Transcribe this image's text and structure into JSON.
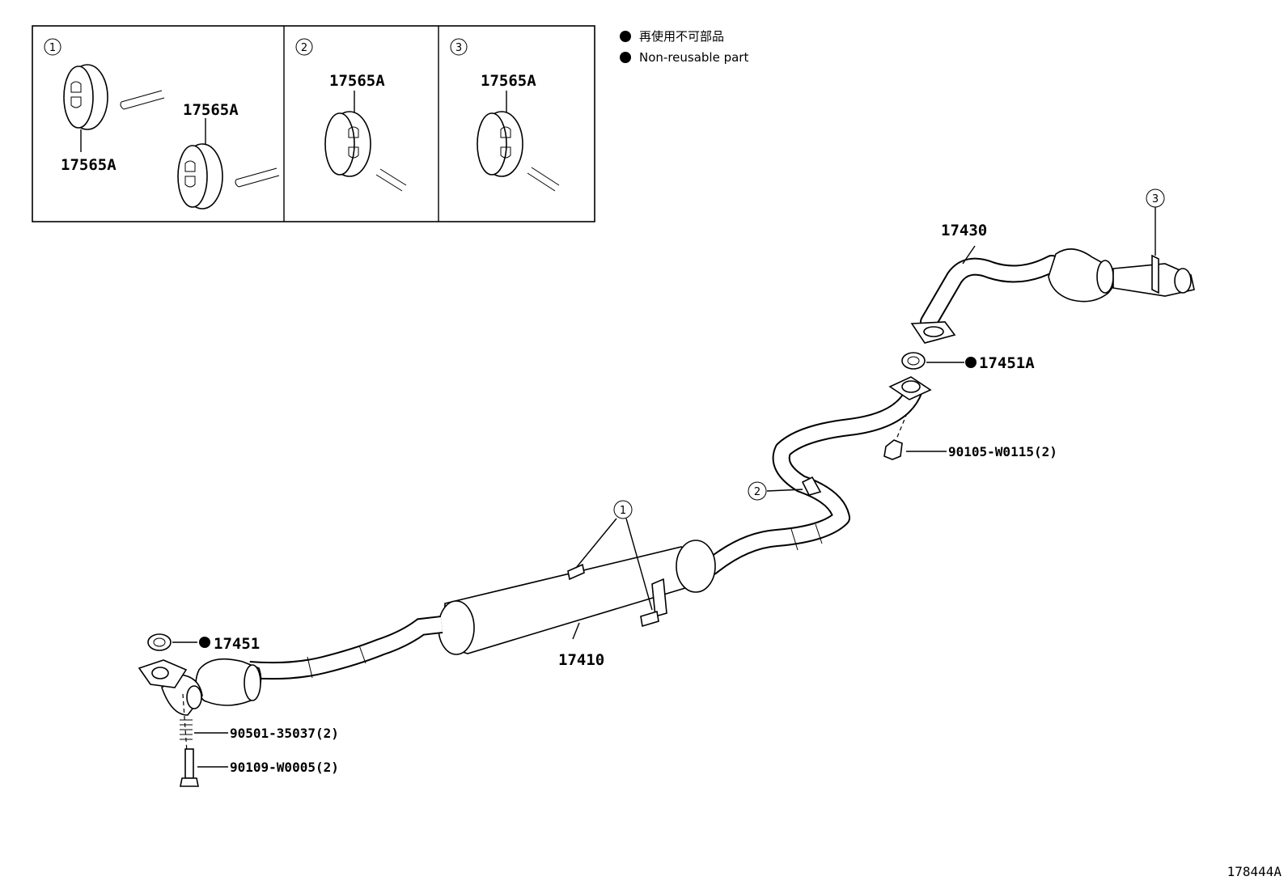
{
  "legend": {
    "items": [
      {
        "text": "再使用不可部品"
      },
      {
        "text": "Non-reusable part"
      }
    ]
  },
  "inset_panels": [
    {
      "number": "1",
      "labels": [
        "17565A",
        "17565A"
      ]
    },
    {
      "number": "2",
      "labels": [
        "17565A"
      ]
    },
    {
      "number": "3",
      "labels": [
        "17565A"
      ]
    }
  ],
  "callouts": {
    "c1": "1",
    "c2": "2",
    "c3": "3"
  },
  "parts": {
    "tail_pipe": "17430",
    "gasket_rear": "17451A",
    "bolt_rear": "90105-W0115(2)",
    "muffler": "17410",
    "gasket_front": "17451",
    "spring": "90501-35037(2)",
    "bolt_front": "90109-W0005(2)"
  },
  "drawing_id": "178444A",
  "colors": {
    "ink": "#000000",
    "background": "#ffffff"
  }
}
